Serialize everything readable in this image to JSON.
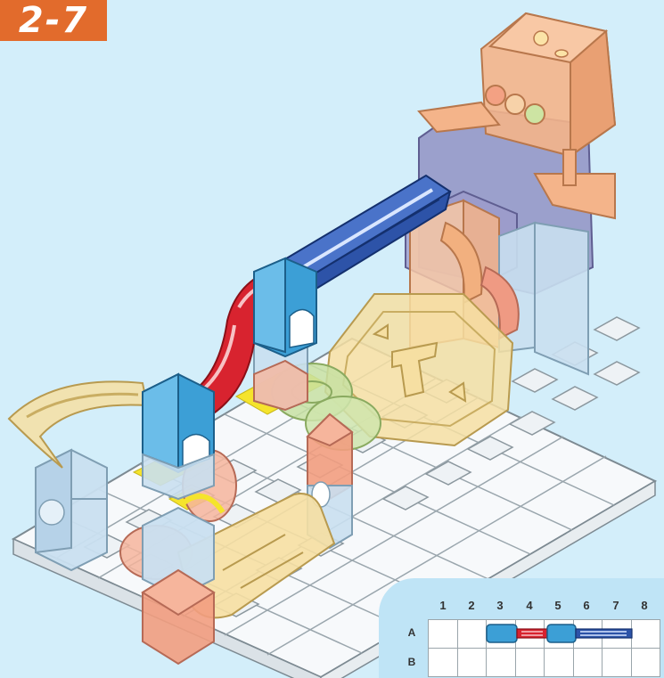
{
  "step": {
    "label": "2-7"
  },
  "grid": {
    "columns": [
      "1",
      "2",
      "3",
      "4",
      "5",
      "6",
      "7",
      "8"
    ],
    "rows": [
      "A",
      "B"
    ]
  },
  "colors": {
    "background": "#d3eefa",
    "badge": "#e26b2c",
    "highlight_red_rail": "#d8232f",
    "highlight_blue_rail": "#2d53a8",
    "highlight_blue_holder": "#3c9fd6",
    "base_tile": "#ffffff",
    "faded_orange": "#f4b48a",
    "faded_purple": "#8d8cc0",
    "faded_yellow": "#f6dfa2",
    "faded_green": "#c7e0a2",
    "faded_blue": "#c9dff0",
    "accent_yellow": "#f5e42c"
  },
  "icons": {
    "marble_tower": "marble-launcher-icon",
    "rail": "rail-piece-icon",
    "holder": "rail-holder-icon"
  }
}
